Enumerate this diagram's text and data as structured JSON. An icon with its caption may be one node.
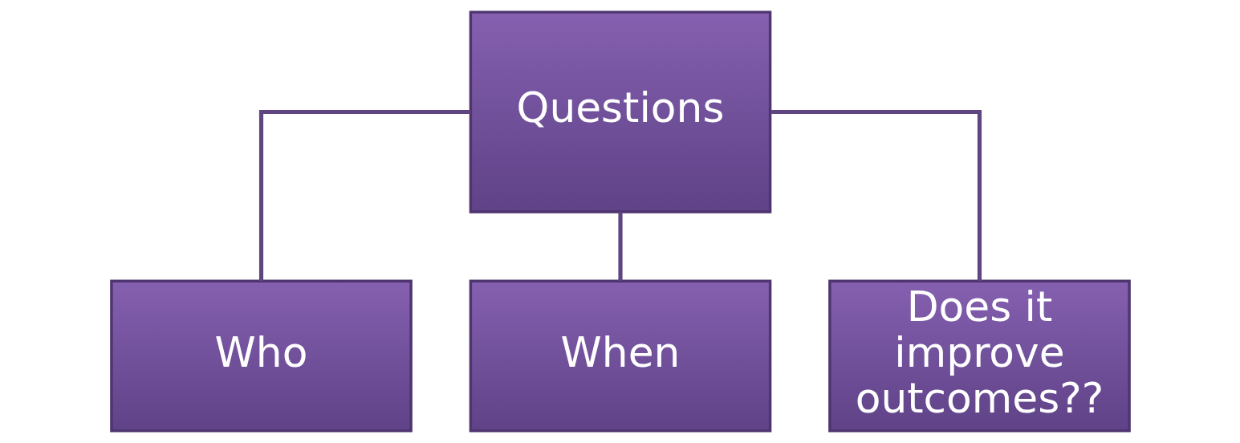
{
  "diagram": {
    "nodes": [
      {
        "text": [
          "Questions"
        ]
      },
      {
        "text": [
          "Who"
        ]
      },
      {
        "text": [
          "When"
        ]
      },
      {
        "text": [
          "Does it improve outcomes??"
        ]
      }
    ],
    "edges": [
      {
        "from": 0,
        "to": 1,
        "arrow": "none"
      },
      {
        "from": 0,
        "to": 2,
        "arrow": "none"
      },
      {
        "from": 0,
        "to": 3,
        "arrow": "none"
      }
    ]
  }
}
